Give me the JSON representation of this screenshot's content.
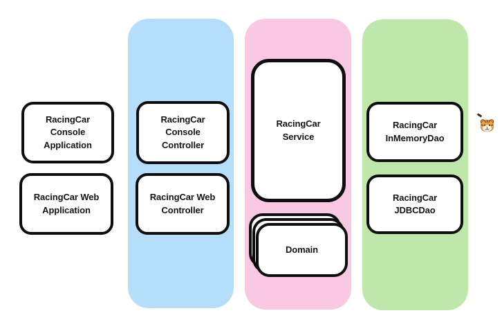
{
  "diagram": {
    "groups": [
      {
        "name": "applications",
        "background": "none",
        "boxes": [
          {
            "label": "RacingCar Console Application"
          },
          {
            "label": "RacingCar Web Application"
          }
        ]
      },
      {
        "name": "controllers",
        "background": "#b6ddf9",
        "boxes": [
          {
            "label": "RacingCar Console Controller"
          },
          {
            "label": "RacingCar Web Controller"
          }
        ]
      },
      {
        "name": "service",
        "background": "#f9c8e3",
        "boxes": [
          {
            "label": "RacingCar Service"
          },
          {
            "label": "Domain",
            "stacked": true,
            "stack_count": 3
          }
        ]
      },
      {
        "name": "dao",
        "background": "#bfe7ab",
        "boxes": [
          {
            "label": "RacingCar InMemoryDao"
          },
          {
            "label": "RacingCar JDBCDao"
          }
        ]
      }
    ],
    "colors": {
      "controller_layer": "#b6ddf9",
      "service_layer": "#f9c8e3",
      "dao_layer": "#bfe7ab",
      "box_fill": "#ffffff",
      "box_border": "#0e0e0e",
      "page_background": "#ffffff"
    },
    "decorations": {
      "emoji": {
        "name": "tiger-face",
        "char": "🐯"
      }
    }
  }
}
